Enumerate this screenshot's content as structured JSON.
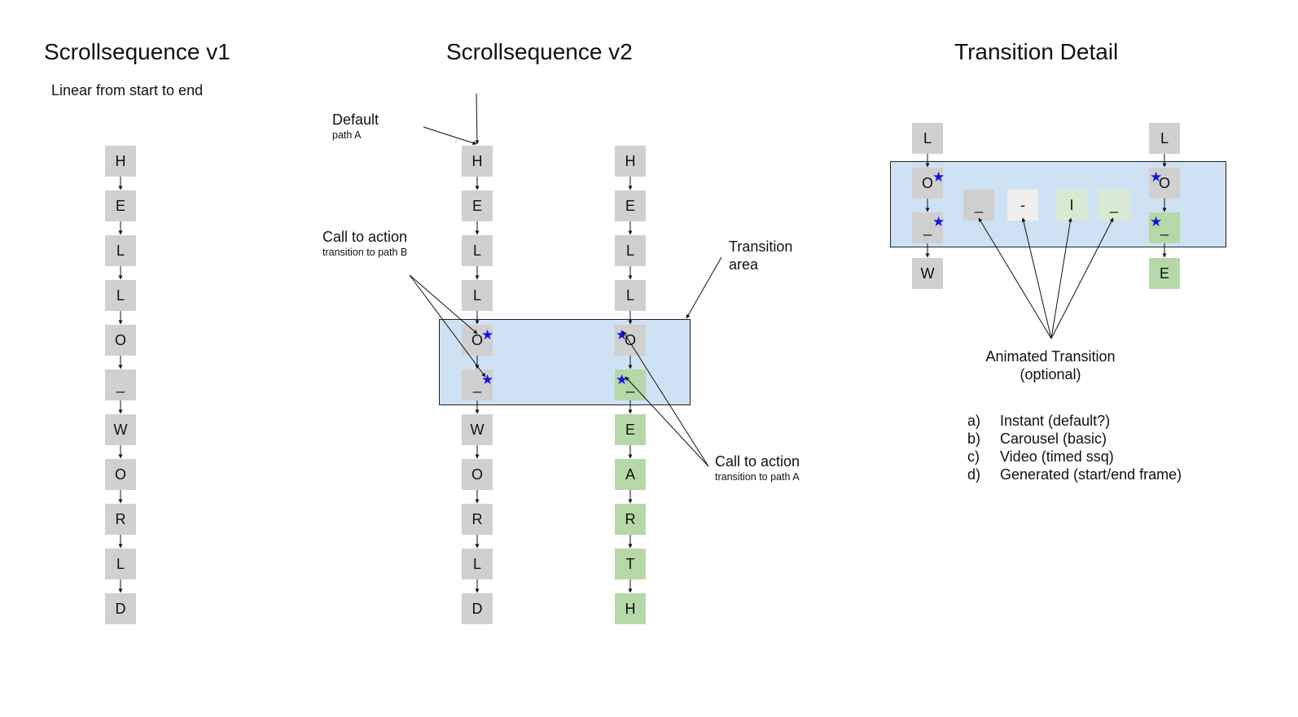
{
  "v1": {
    "title": "Scrollsequence v1",
    "subtitle": "Linear from start to end",
    "frames": [
      "H",
      "E",
      "L",
      "L",
      "O",
      "_",
      "W",
      "O",
      "R",
      "L",
      "D"
    ]
  },
  "v2": {
    "title": "Scrollsequence v2",
    "path_b": [
      "H",
      "E",
      "L",
      "L",
      "O",
      "_",
      "W",
      "O",
      "R",
      "L",
      "D"
    ],
    "path_a": [
      "H",
      "E",
      "L",
      "L",
      "O",
      "_",
      "E",
      "A",
      "R",
      "T",
      "H"
    ],
    "default_label": "Default",
    "default_sub": "path A",
    "cta_b_label": "Call to action",
    "cta_b_sub": "transition to path B",
    "transition_area_line1": "Transition",
    "transition_area_line2": "area",
    "cta_a_label": "Call to action",
    "cta_a_sub": "transition to path A"
  },
  "detail": {
    "title": "Transition Detail",
    "left_frames": [
      "L",
      "O",
      "_",
      "W"
    ],
    "right_frames": [
      "L",
      "O",
      "_",
      "E"
    ],
    "middle_frames": [
      "_",
      "-",
      "I",
      "_"
    ],
    "animated_line1": "Animated Transition",
    "animated_line2": "(optional)",
    "options": [
      {
        "letter": "a)",
        "text": "Instant (default?)"
      },
      {
        "letter": "b)",
        "text": "Carousel (basic)"
      },
      {
        "letter": "c)",
        "text": "Video (timed ssq)"
      },
      {
        "letter": "d)",
        "text": "Generated (start/end frame)"
      }
    ]
  },
  "colors": {
    "frame_gray": "#d0d0d0",
    "frame_green": "#b6d7a8",
    "transition_region": "#cfe2f3",
    "star": "#1414e0"
  }
}
